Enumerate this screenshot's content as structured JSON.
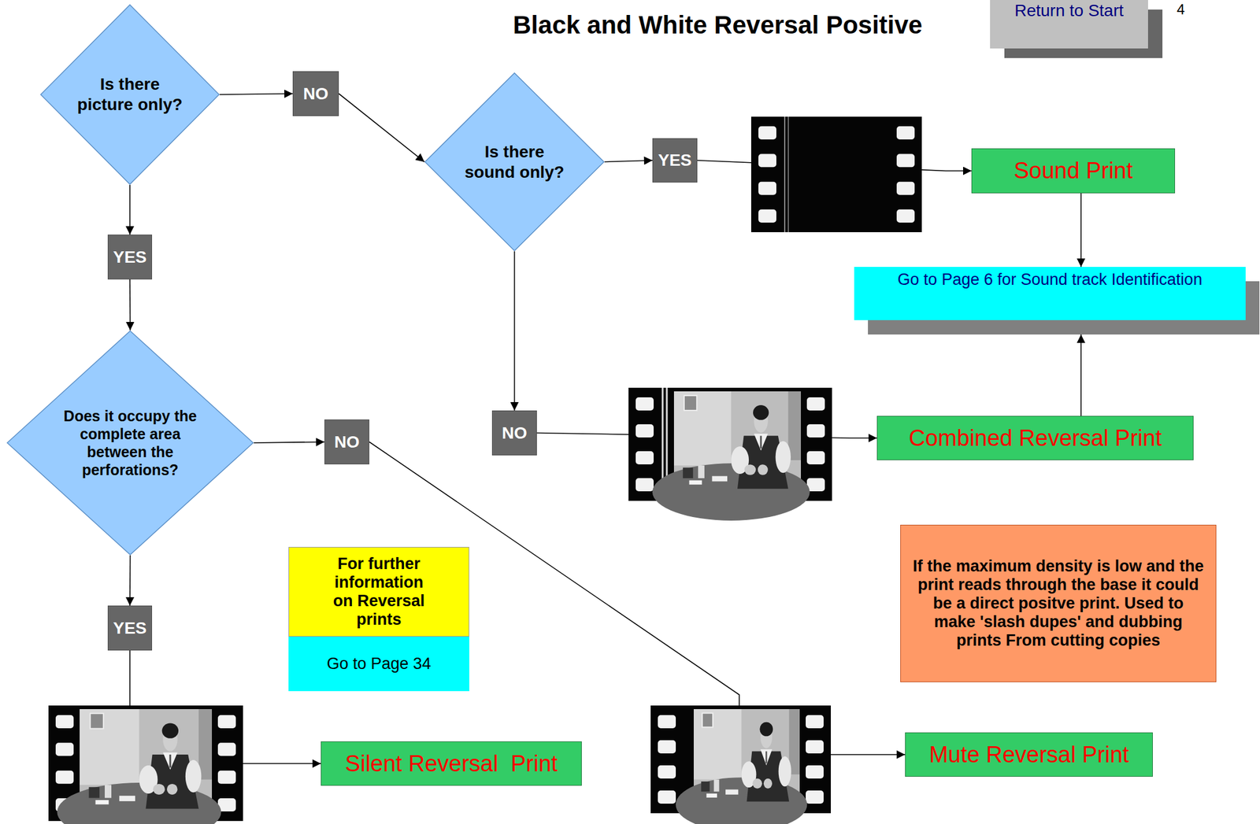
{
  "diagram": {
    "title": "Black and White Reversal Positive",
    "nodes": [
      {
        "text": [
          "Return to Start"
        ]
      },
      {
        "text": [
          "Is there picture only?"
        ]
      },
      {
        "text": [
          "NO"
        ]
      },
      {
        "text": [
          "Is there sound only?"
        ]
      },
      {
        "text": [
          "YES"
        ]
      },
      {
        "text": [
          "Sound Print"
        ]
      },
      {
        "text": [
          "Go to Page 6 for Sound track Identification"
        ]
      },
      {
        "text": [
          "YES"
        ]
      },
      {
        "text": [
          "Does it occupy the complete area between the perforations?"
        ]
      },
      {
        "text": [
          "NO"
        ]
      },
      {
        "text": [
          "NO"
        ]
      },
      {
        "text": [
          "Combined Reversal Print"
        ]
      },
      {
        "text": [
          "For further information on Reversal prints",
          "Go to Page 34"
        ]
      },
      {
        "text": [
          "If the maximum density is low and the print reads through the base it could be a direct positve print. Used to make 'slash dupes' and dubbing prints From cutting copies"
        ]
      },
      {
        "text": [
          "YES"
        ]
      },
      {
        "text": [
          "Silent Reversal  Print"
        ]
      },
      {
        "text": [
          "Mute Reversal Print"
        ]
      }
    ],
    "edges": [
      {
        "from": 1,
        "to": 2,
        "arrow": "to"
      },
      {
        "from": 2,
        "to": 3,
        "arrow": "to"
      },
      {
        "from": 3,
        "to": 4,
        "arrow": "to"
      },
      {
        "from": 4,
        "to": 5,
        "arrow": "to"
      },
      {
        "from": 5,
        "to": 6,
        "arrow": "to"
      },
      {
        "from": 1,
        "to": 7,
        "arrow": "to"
      },
      {
        "from": 7,
        "to": 8,
        "arrow": "to"
      },
      {
        "from": 8,
        "to": 9,
        "arrow": "to"
      },
      {
        "from": 9,
        "to": 16,
        "arrow": "to"
      },
      {
        "from": 3,
        "to": 10,
        "arrow": "to"
      },
      {
        "from": 10,
        "to": 11,
        "arrow": "to"
      },
      {
        "from": 11,
        "to": 6,
        "arrow": "to"
      },
      {
        "from": 8,
        "to": 14,
        "arrow": "to"
      },
      {
        "from": 14,
        "to": 15,
        "arrow": "to"
      }
    ],
    "labels": [
      "4"
    ]
  }
}
